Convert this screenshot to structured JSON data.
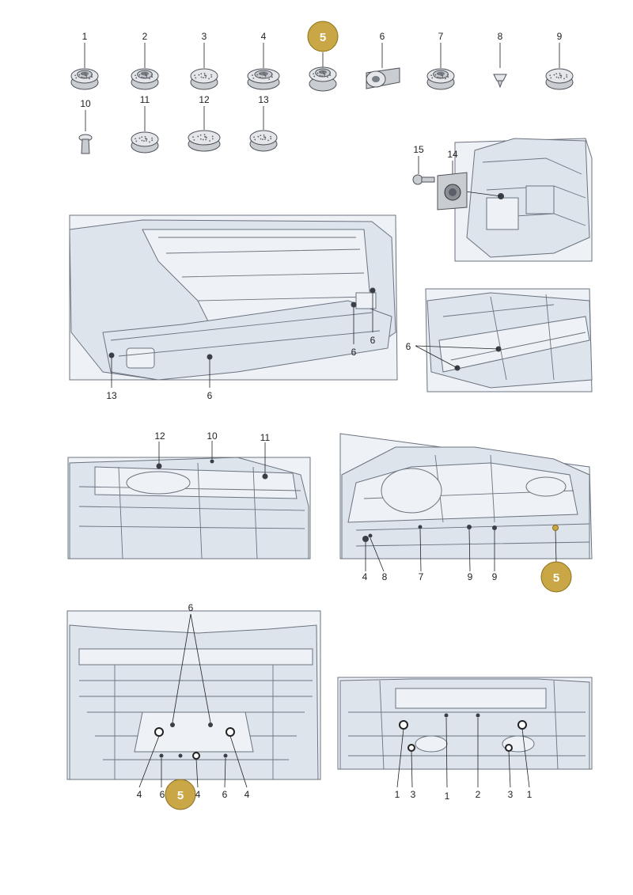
{
  "parts": [
    {
      "id": "part-1",
      "label": "1",
      "kind": "grommet-stepped"
    },
    {
      "id": "part-2",
      "label": "2",
      "kind": "grommet-stepped"
    },
    {
      "id": "part-3",
      "label": "3",
      "kind": "plug-flat"
    },
    {
      "id": "part-4",
      "label": "4",
      "kind": "grommet-large"
    },
    {
      "id": "part-5",
      "label": "5",
      "kind": "grommet-tall",
      "highlighted": true
    },
    {
      "id": "part-6",
      "label": "6",
      "kind": "tape-roll"
    },
    {
      "id": "part-7",
      "label": "7",
      "kind": "grommet-stepped"
    },
    {
      "id": "part-8",
      "label": "8",
      "kind": "push-clip-small"
    },
    {
      "id": "part-9",
      "label": "9",
      "kind": "plug-flat"
    },
    {
      "id": "part-10",
      "label": "10",
      "kind": "push-rivet"
    },
    {
      "id": "part-11",
      "label": "11",
      "kind": "plug-dome"
    },
    {
      "id": "part-12",
      "label": "12",
      "kind": "plug-large"
    },
    {
      "id": "part-13",
      "label": "13",
      "kind": "plug-dome"
    }
  ],
  "views": {
    "bracket": {
      "labels": [
        "15",
        "14"
      ]
    },
    "rear_boot": {
      "labels": [
        "6",
        "6",
        "6",
        "13"
      ]
    },
    "sill_detail": {
      "labels": [
        "6"
      ]
    },
    "rear_panel": {
      "labels": [
        "12",
        "10",
        "11"
      ]
    },
    "front_bulkhead": {
      "labels": [
        "4",
        "8",
        "7",
        "9",
        "9"
      ],
      "badge": "5"
    },
    "underbody_rear": {
      "labels": [
        "6",
        "4",
        "6",
        "4",
        "6",
        "4"
      ],
      "badge": "5"
    },
    "underbody_front": {
      "labels": [
        "1",
        "3",
        "1",
        "2",
        "3",
        "1"
      ]
    }
  },
  "colors": {
    "highlight": "#c9a646",
    "highlight_stroke": "#8a6f1c"
  }
}
